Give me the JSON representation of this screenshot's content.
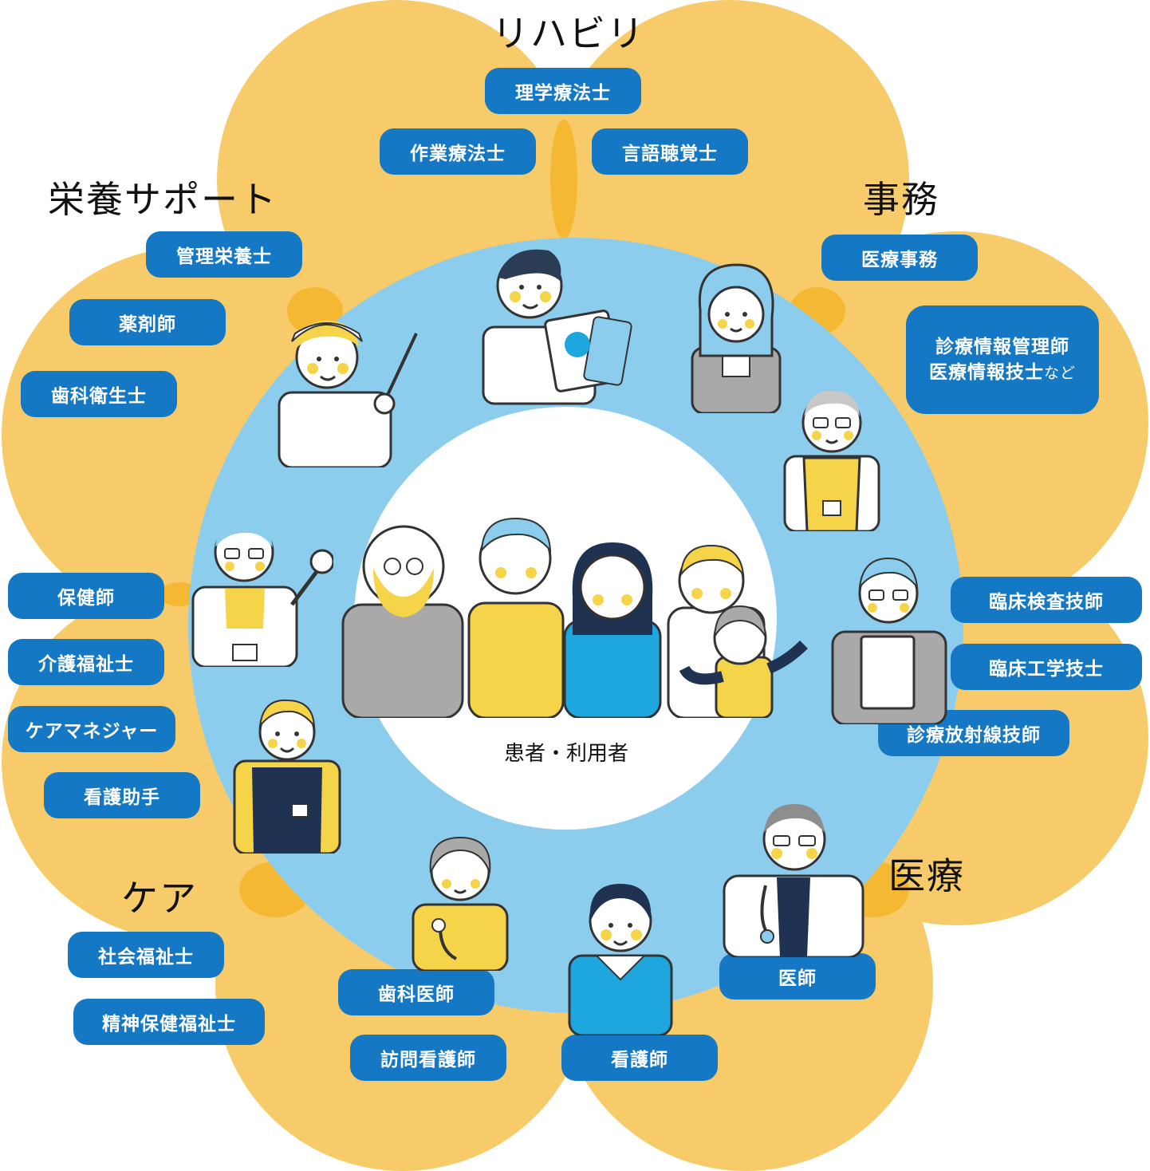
{
  "colors": {
    "petal": "#f8cb6a",
    "petal_overlap": "#f5b833",
    "ring": "#8ccdee",
    "pill": "#1478c4",
    "core": "#ffffff"
  },
  "groups": {
    "rehab": {
      "label": "リハビリ",
      "roles": [
        "理学療法士",
        "作業療法士",
        "言語聴覚士"
      ]
    },
    "office": {
      "label": "事務",
      "roles": [
        "医療事務"
      ],
      "multi_line": [
        "診療情報管理師",
        "医療情報技士"
      ],
      "multi_suffix": "など"
    },
    "nutrition": {
      "label": "栄養サポート",
      "roles": [
        "管理栄養士",
        "薬剤師",
        "歯科衛生士"
      ]
    },
    "medical": {
      "label": "医療",
      "roles": [
        "臨床検査技師",
        "臨床工学技士",
        "診療放射線技師",
        "医師",
        "看護師",
        "歯科医師",
        "訪問看護師"
      ]
    },
    "care": {
      "label": "ケア",
      "roles": [
        "保健師",
        "介護福祉士",
        "ケアマネジャー",
        "看護助手",
        "社会福祉士",
        "精神保健福祉士"
      ]
    }
  },
  "center": {
    "label": "患者・利用者"
  },
  "people_icons": [
    "physio-therapist-icon",
    "office-woman-icon",
    "office-man-icon",
    "nutritionist-icon",
    "public-health-nurse-icon",
    "care-worker-icon",
    "lab-technician-icon",
    "doctor-icon",
    "nurse-icon",
    "visiting-nurse-icon",
    "patient-family-icon"
  ]
}
